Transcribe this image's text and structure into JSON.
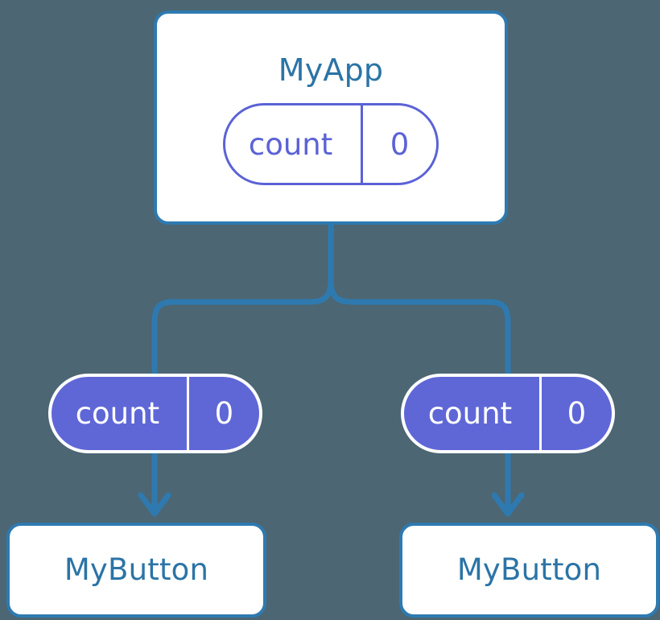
{
  "diagram": {
    "title": "React component tree with count state passed as props",
    "background_color": "#4c6673",
    "accent_line_color": "#2e7ab0",
    "pill_color": "#5f67d7",
    "component_text_color": "#2b74a6"
  },
  "root": {
    "component_name": "MyApp",
    "state": {
      "label": "count",
      "value": "0"
    }
  },
  "children": [
    {
      "props": {
        "label": "count",
        "value": "0"
      },
      "component_name": "MyButton"
    },
    {
      "props": {
        "label": "count",
        "value": "0"
      },
      "component_name": "MyButton"
    }
  ],
  "connectors": {
    "trunk": "vertical-line-from-myapp",
    "fork": "two-branch-rounded-fork",
    "arrowheads": "chevron-down"
  }
}
